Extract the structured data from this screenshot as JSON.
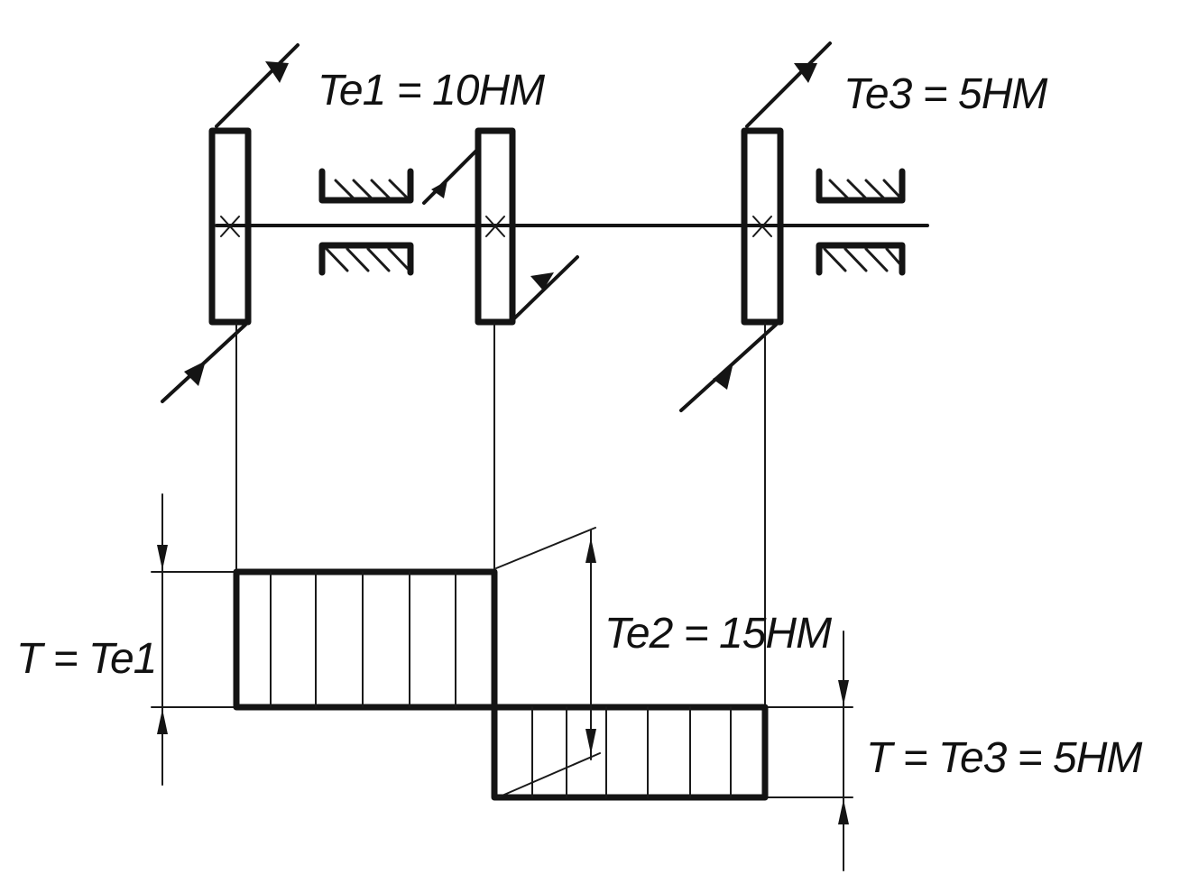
{
  "labels": {
    "torque_1": "Te1 = 10НМ",
    "torque_2": "Te2 = 15НМ",
    "torque_3": "Te3 = 5НМ",
    "diagram_top": "T = Te1",
    "diagram_bottom": "T = Te3 = 5НМ"
  },
  "colors": {
    "ink": "#141414",
    "paper": "#ffffff"
  }
}
